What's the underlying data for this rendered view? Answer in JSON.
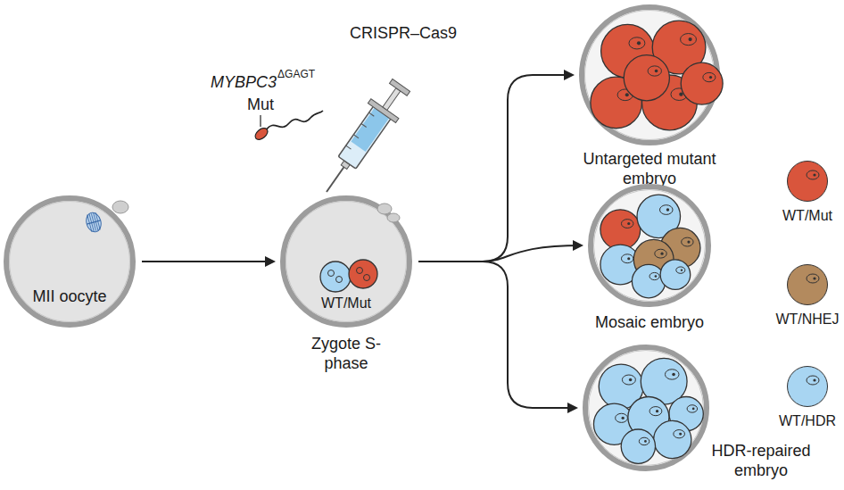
{
  "diagram": {
    "nodes": [
      {
        "text": [
          "MII oocyte"
        ]
      },
      {
        "text": [
          "WT/Mut",
          "Zygote S-phase"
        ]
      },
      {
        "text": [
          "Untargeted mutant embryo"
        ]
      },
      {
        "text": [
          "Mosaic embryo"
        ]
      },
      {
        "text": [
          "HDR-repaired embryo"
        ]
      }
    ],
    "edges": [
      {
        "from": 0,
        "to": 1,
        "arrow": "to"
      },
      {
        "from": 1,
        "to": 2,
        "arrow": "to"
      },
      {
        "from": 1,
        "to": 3,
        "arrow": "to"
      },
      {
        "from": 1,
        "to": 4,
        "arrow": "to"
      }
    ],
    "labels": [
      "Mut",
      "MYBPC3",
      "ΔGAGT",
      "CRISPR–Cas9"
    ],
    "legend": [
      {
        "text": "WT/Mut",
        "color": "#d9553c"
      },
      {
        "text": "WT/NHEJ",
        "color": "#b38a5e"
      },
      {
        "text": "WT/HDR",
        "color": "#a8d5f2"
      }
    ]
  }
}
